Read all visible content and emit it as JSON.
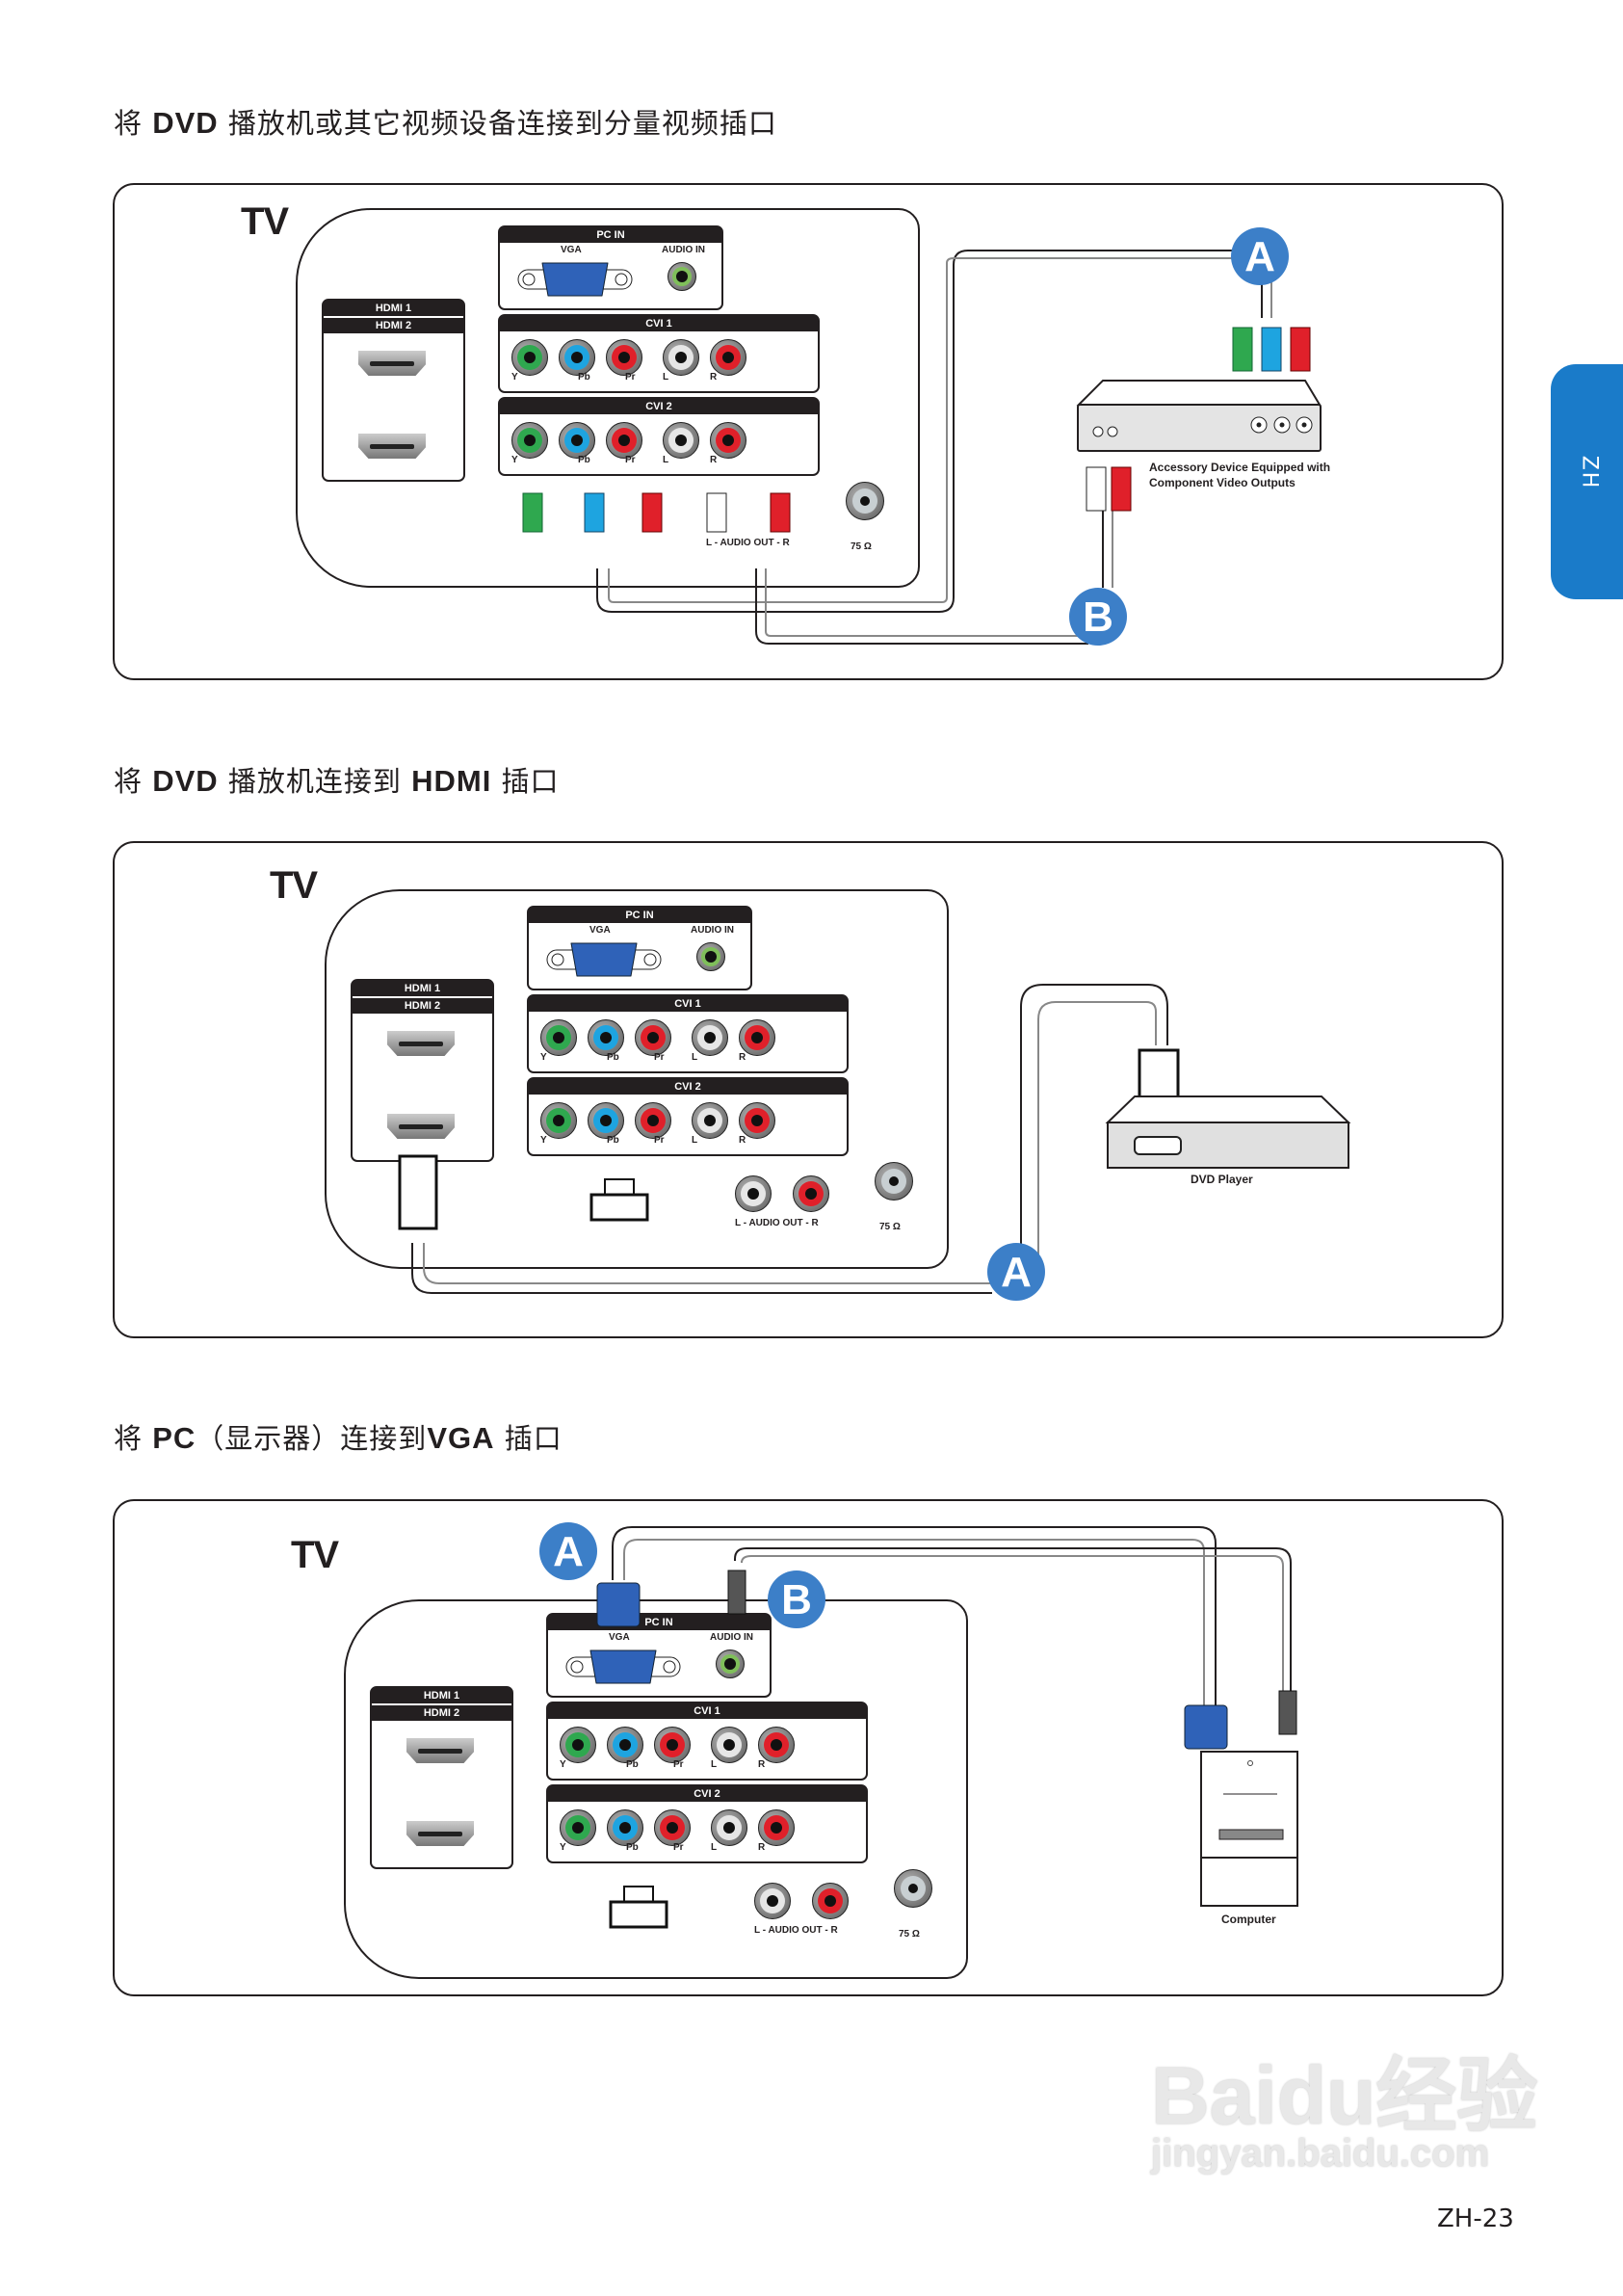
{
  "page": {
    "side_tab": "ZH",
    "page_number": "ZH-23",
    "watermark": {
      "brand": "Baidu经验",
      "url": "jingyan.baidu.com"
    }
  },
  "sections": [
    {
      "heading_pre": "将 ",
      "heading_bold": "DVD",
      "heading_post": " 播放机或其它视频设备连接到分量视频插口",
      "tv_label": "TV",
      "device_label_line1": "Accessory Device Equipped with",
      "device_label_line2": "Component Video Outputs",
      "badges": [
        "A",
        "B"
      ]
    },
    {
      "heading_pre": "将 ",
      "heading_bold": "DVD",
      "heading_mid": " 播放机连接到 ",
      "heading_bold2": "HDMI",
      "heading_post": " 插口",
      "tv_label": "TV",
      "device_label": "DVD Player",
      "badges": [
        "A"
      ]
    },
    {
      "heading_pre": "将 ",
      "heading_bold": "PC",
      "heading_mid": "（显示器）连接到",
      "heading_bold2": "VGA",
      "heading_post": " 插口",
      "tv_label": "TV",
      "device_label": "Computer",
      "badges": [
        "A",
        "B"
      ]
    }
  ],
  "panel": {
    "hdmi1": "HDMI 1",
    "hdmi2": "HDMI 2",
    "pc_in": "PC IN",
    "vga": "VGA",
    "audio_in": "AUDIO IN",
    "cvi1": "CVI 1",
    "cvi2": "CVI 2",
    "jack_labels": [
      "Y",
      "Pb",
      "Pr",
      "L",
      "R"
    ],
    "audio_out": "L - AUDIO OUT - R",
    "antenna": "75 Ω"
  },
  "colors": {
    "accent_blue": "#3c7fc8",
    "tab_blue": "#1a7bc9",
    "jack_green": "#2fa84f",
    "jack_blue": "#1ea4e0",
    "jack_red": "#e0202a",
    "jack_white": "#e6e6e6",
    "vga_blue": "#2f62b8"
  }
}
